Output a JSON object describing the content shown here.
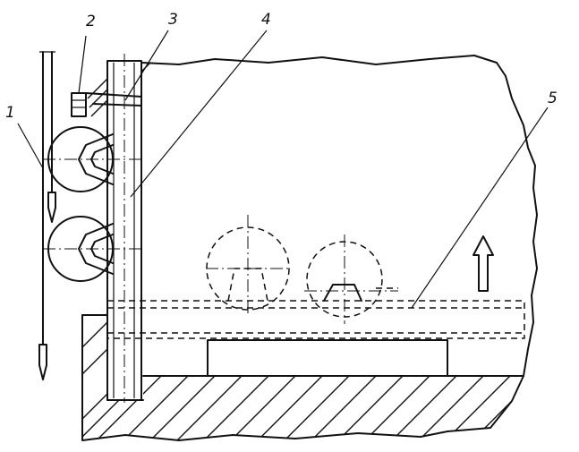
{
  "callouts": {
    "label_1": "1",
    "label_2": "2",
    "label_3": "3",
    "label_4": "4",
    "label_5": "5"
  },
  "colors": {
    "ink": "#111111",
    "paper": "#ffffff"
  },
  "icons": {
    "lift_arrow": "up-arrow-icon",
    "rope_weight": "pendulum-weight-icon"
  }
}
